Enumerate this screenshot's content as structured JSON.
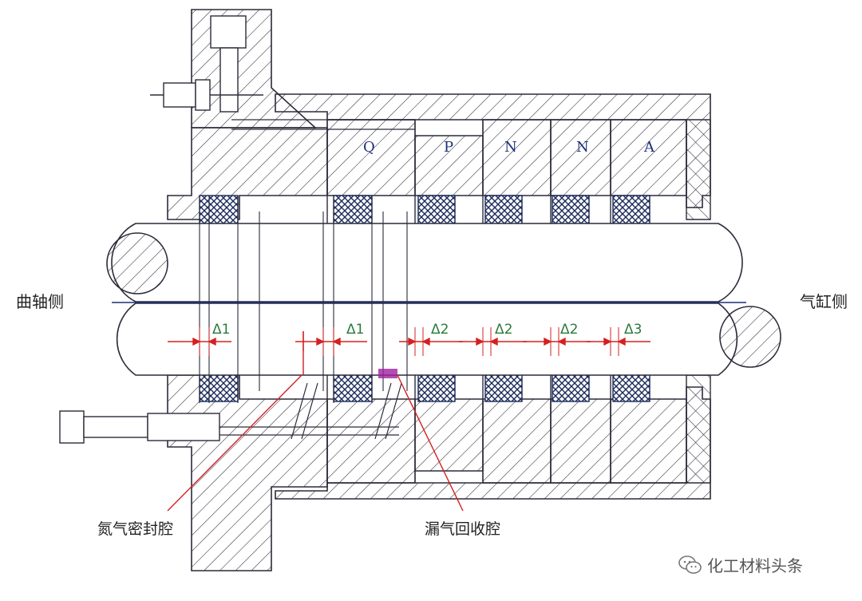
{
  "labels": {
    "left_side": "曲轴侧",
    "right_side": "气缸侧",
    "chambers": [
      "Q",
      "P",
      "N",
      "N",
      "A"
    ],
    "gaps": [
      "Δ1",
      "Δ1",
      "Δ2",
      "Δ2",
      "Δ2",
      "Δ3"
    ],
    "callout_nitrogen": "氮气密封腔",
    "callout_leak": "漏气回收腔"
  },
  "watermark": {
    "text": "化工材料头条",
    "icon": "wechat-icon"
  },
  "colors": {
    "line": "#2b2b3a",
    "chamber_text": "#1d2f7a",
    "gap_text": "#2a7a3a",
    "arrow": "#d42020",
    "leak_mark": "#a020a0"
  }
}
